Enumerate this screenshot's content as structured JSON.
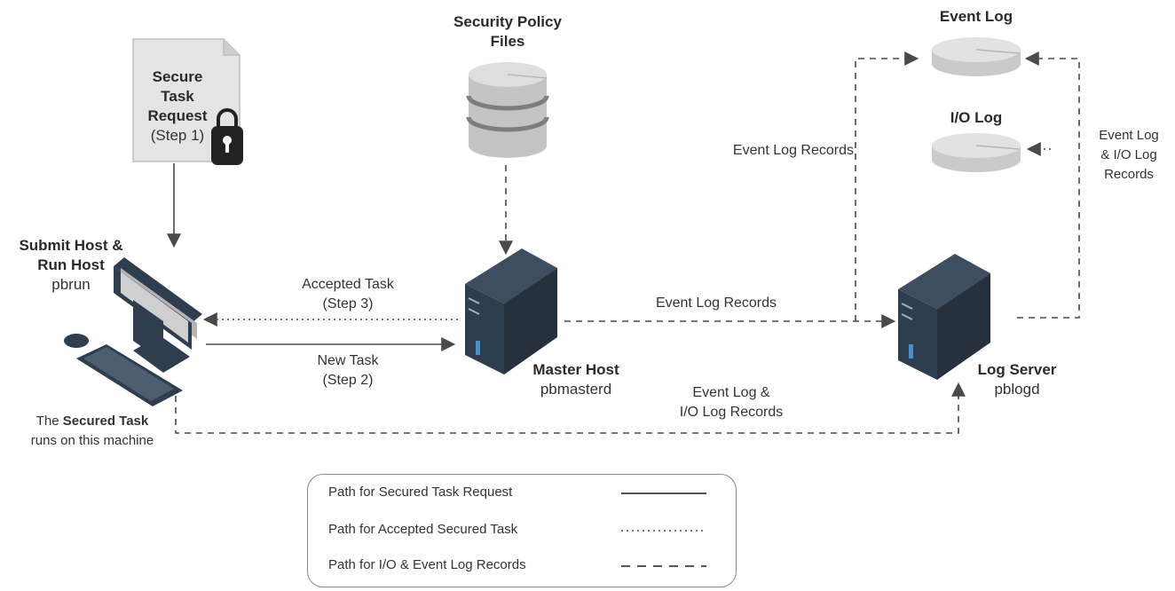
{
  "nodes": {
    "request": {
      "line1": "Secure",
      "line2": "Task",
      "line3": "Request",
      "line4": "(Step 1)"
    },
    "submit_host": {
      "title1": "Submit Host &",
      "title2": "Run Host",
      "subtitle": "pbrun"
    },
    "secured_task_note": {
      "pre": "The ",
      "bold": "Secured Task",
      "line2": "runs on this machine"
    },
    "policy_files": {
      "title1": "Security Policy",
      "title2": "Files"
    },
    "master_host": {
      "title": "Master Host",
      "subtitle": "pbmasterd"
    },
    "log_server": {
      "title": "Log Server",
      "subtitle": "pblogd"
    },
    "event_log": {
      "title": "Event Log"
    },
    "io_log": {
      "title": "I/O Log"
    }
  },
  "edges": {
    "accepted_task": {
      "line1": "Accepted Task",
      "line2": "(Step 3)"
    },
    "new_task": {
      "line1": "New Task",
      "line2": "(Step 2)"
    },
    "master_to_log": {
      "label": "Event Log Records"
    },
    "log_to_event_log": {
      "label": "Event Log Records"
    },
    "log_to_io_log": {
      "line1": "Event Log",
      "line2": "& I/O Log",
      "line3": "Records"
    },
    "submit_to_log": {
      "line1": "Event Log &",
      "line2": "I/O Log Records"
    }
  },
  "legend": {
    "items": [
      {
        "label": "Path for Secured Task Request",
        "style": "solid"
      },
      {
        "label": "Path for Accepted Secured Task",
        "style": "dotted"
      },
      {
        "label": "Path for I/O & Event Log Records",
        "style": "dashed"
      }
    ]
  },
  "colors": {
    "line": "#4a4a4a",
    "server": "#2f3e4e",
    "server_side": "#3d4e60",
    "disk": "#d9d9d9",
    "lock": "#222222"
  }
}
